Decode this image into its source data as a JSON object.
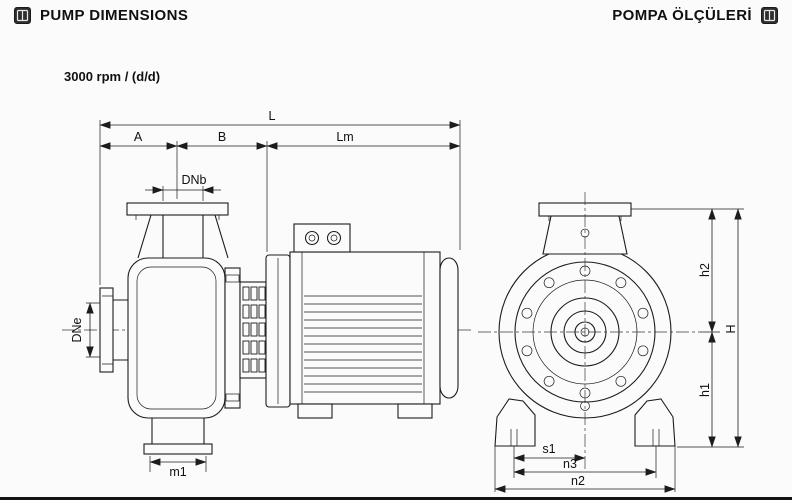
{
  "header": {
    "title_left": "PUMP DIMENSIONS",
    "title_right": "POMPA ÖLÇÜLERİ",
    "icon_left": "book-icon",
    "icon_right": "book-icon"
  },
  "subtitle": "3000 rpm / (d/d)",
  "dims": {
    "L": "L",
    "A": "A",
    "B": "B",
    "Lm": "Lm",
    "DNb": "DNb",
    "DNe": "DNe",
    "m1": "m1",
    "h2": "h2",
    "H": "H",
    "h1": "h1",
    "s1": "s1",
    "n3": "n3",
    "n2": "n2"
  },
  "views": {
    "side": {
      "name": "pump-with-motor-side-view",
      "dim_labels": [
        "L",
        "A",
        "B",
        "Lm",
        "DNb",
        "DNe",
        "m1"
      ]
    },
    "front": {
      "name": "pump-front-view",
      "dim_labels": [
        "h2",
        "H",
        "h1",
        "s1",
        "n3",
        "n2"
      ]
    }
  },
  "colors": {
    "line": "#1c1c1c",
    "background": "#fbfbfb",
    "text": "#101010",
    "footer_rule": "#141414",
    "icon_fill": "#2f2f2f"
  }
}
